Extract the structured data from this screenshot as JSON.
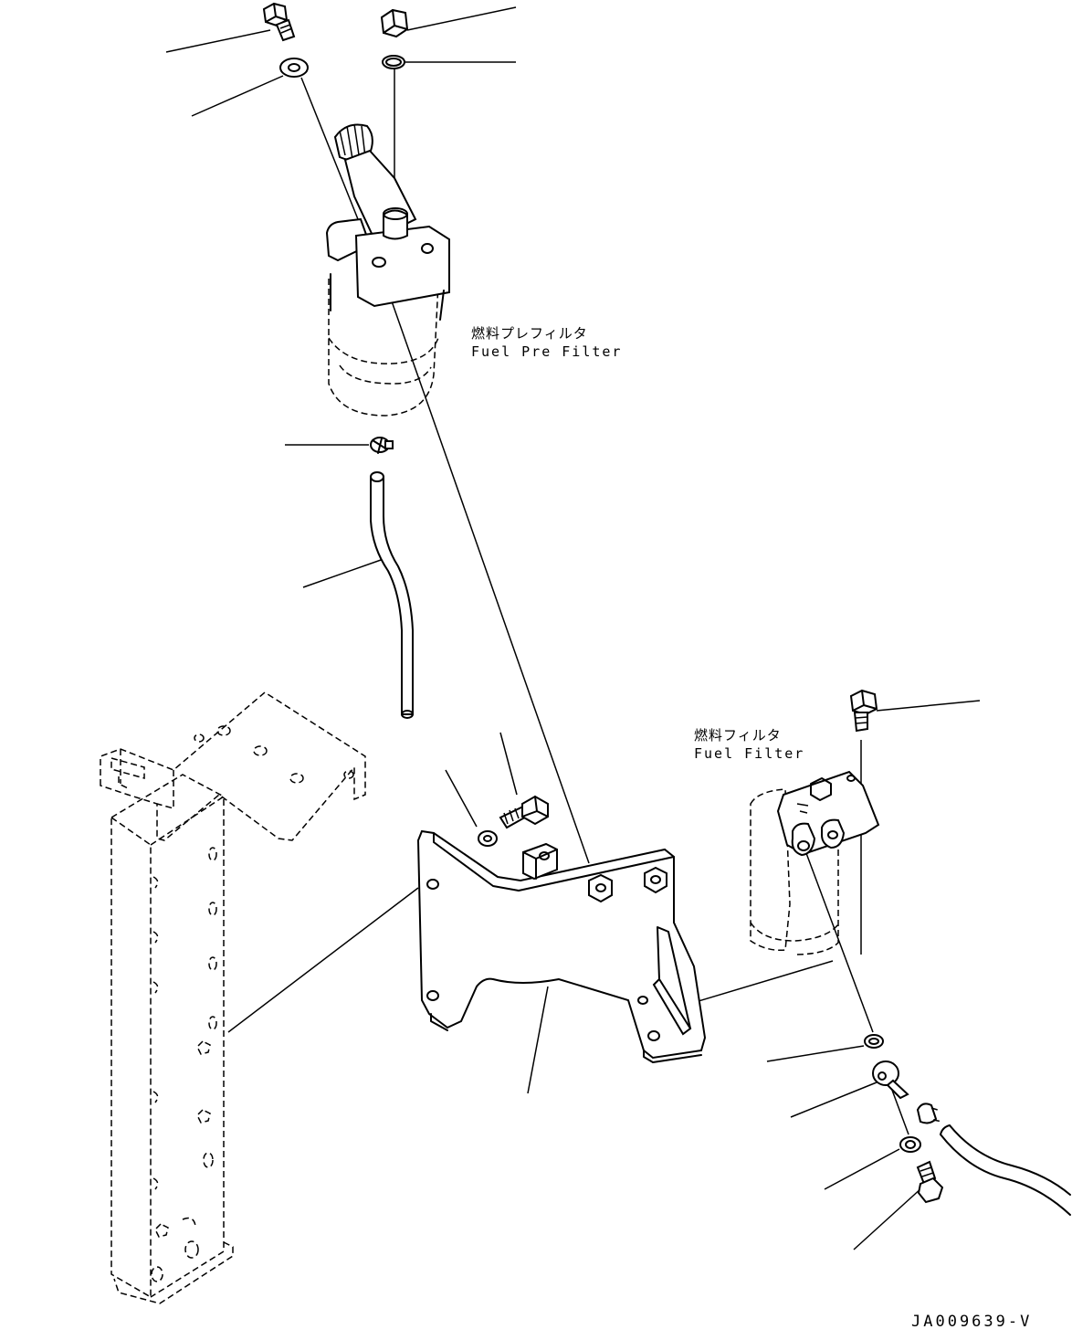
{
  "labels": {
    "pre_filter_ja": "燃料プレフィルタ",
    "pre_filter_en": "Fuel Pre Filter",
    "filter_ja": "燃料フィルタ",
    "filter_en": "Fuel Filter"
  },
  "drawing_code": "JA009639-V"
}
